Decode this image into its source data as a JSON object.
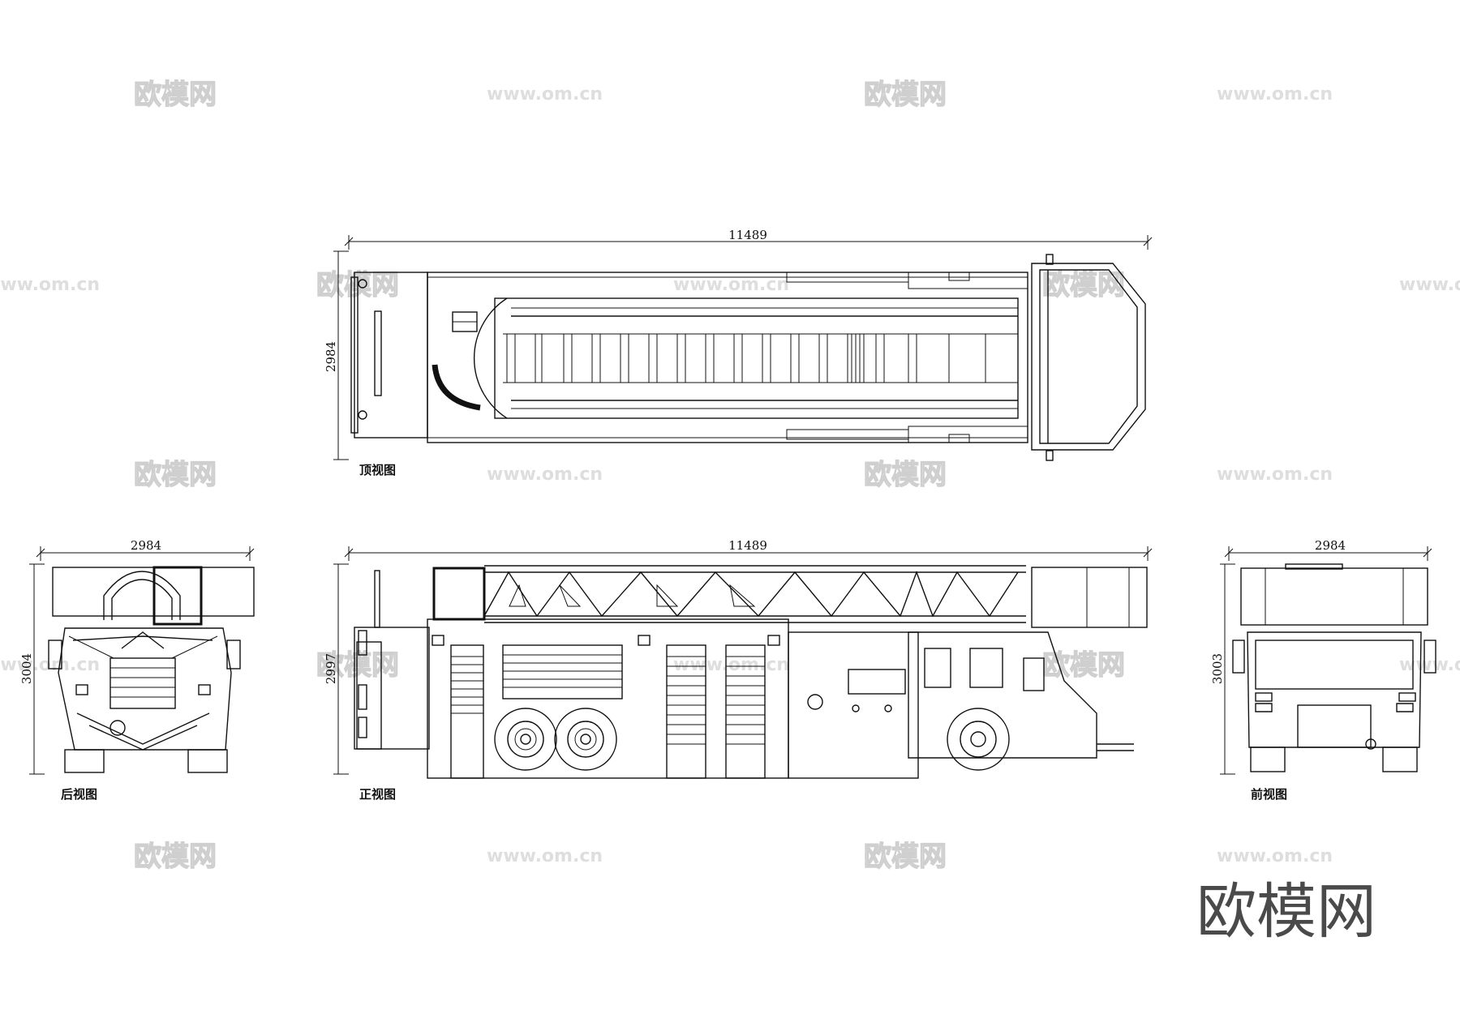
{
  "watermarks": {
    "cn_text": "欧模网",
    "url_text": "www.om.cn"
  },
  "logo": {
    "text": "欧模网"
  },
  "views": {
    "top": {
      "caption": "顶视图",
      "length_label": "11489",
      "width_label": "2984"
    },
    "side": {
      "caption": "正视图",
      "length_label": "11489",
      "height_label": "2997"
    },
    "rear": {
      "caption": "后视图",
      "width_label": "2984",
      "height_label": "3004"
    },
    "front": {
      "caption": "前视图",
      "width_label": "2984",
      "height_label": "3003"
    }
  },
  "colors": {
    "line": "#111111",
    "watermark": "#cfcfcf",
    "logo": "#4a4a4a",
    "background": "#ffffff"
  }
}
